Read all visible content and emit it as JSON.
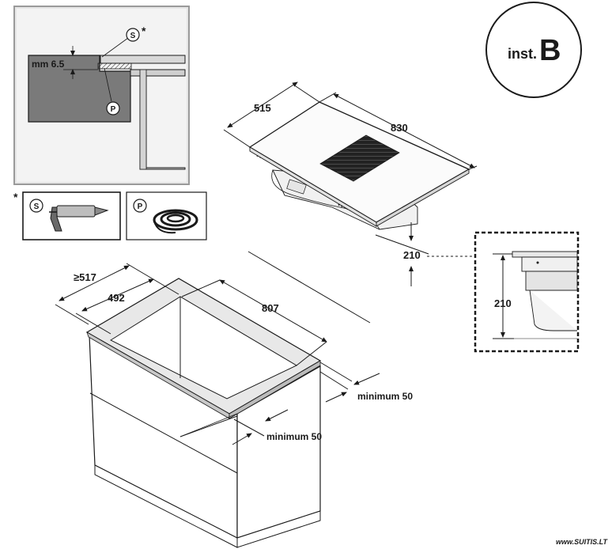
{
  "badge": {
    "prefix": "inst.",
    "letter": "B"
  },
  "detail": {
    "seal_label": "mm 6.5",
    "seal_marker": "S",
    "seal_asterisk": "*",
    "profile_marker": "P"
  },
  "accessories": {
    "asterisk": "*",
    "sealant_marker": "S",
    "tape_marker": "P"
  },
  "hob": {
    "depth": "515",
    "width": "830",
    "height": "210"
  },
  "inset": {
    "height": "210"
  },
  "cutout": {
    "min_depth": "≥517",
    "depth": "492",
    "width": "807",
    "min_rear": "minimum 50",
    "min_front": "minimum 50"
  },
  "watermark": "www.SUITIS.LT",
  "colors": {
    "line": "#1a1a1a",
    "worktop": "#7a7a7a",
    "panel": "#f4f4f4",
    "grille": "#222222"
  }
}
